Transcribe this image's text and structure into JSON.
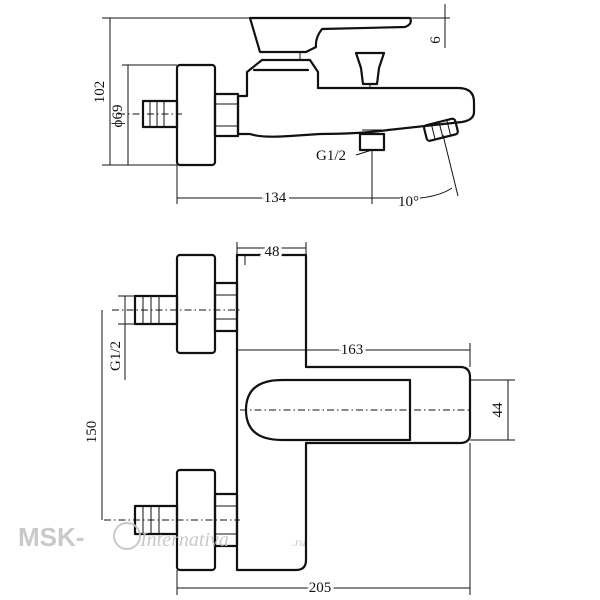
{
  "dimensions": {
    "height_total": "102",
    "diameter": "ϕ69",
    "depth": "134",
    "spout_angle": "10°",
    "inlet_thread_side": "G1/2",
    "top_offset": "6",
    "body_width": "48",
    "spout_length": "163",
    "inlet_thread_front": "G1/2",
    "center_distance": "150",
    "handle_height": "44",
    "total_width": "205"
  },
  "watermark": {
    "brand": "MSK-",
    "site": "Internativa",
    "tld": ".ru"
  }
}
